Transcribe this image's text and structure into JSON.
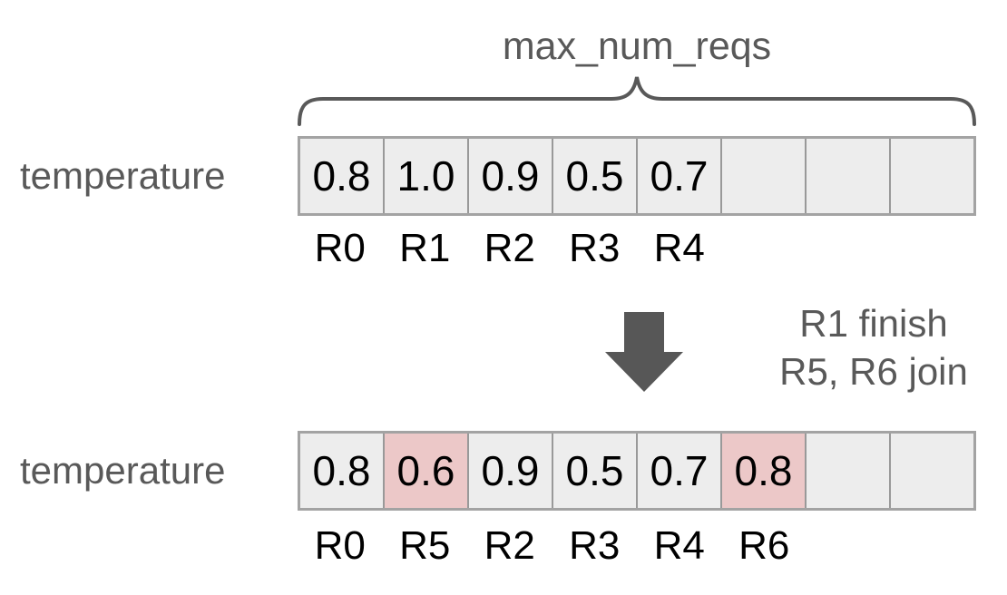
{
  "diagram": {
    "title": "max_num_reqs",
    "before": {
      "row_label": "temperature",
      "cells": [
        {
          "value": "0.8",
          "highlight": false
        },
        {
          "value": "1.0",
          "highlight": false
        },
        {
          "value": "0.9",
          "highlight": false
        },
        {
          "value": "0.5",
          "highlight": false
        },
        {
          "value": "0.7",
          "highlight": false
        },
        {
          "value": "",
          "highlight": false
        },
        {
          "value": "",
          "highlight": false
        },
        {
          "value": "",
          "highlight": false
        }
      ],
      "req_labels": [
        "R0",
        "R1",
        "R2",
        "R3",
        "R4",
        "",
        "",
        ""
      ]
    },
    "transition": {
      "arrow_icon": "arrow-down",
      "note_lines": [
        "R1 finish",
        "R5, R6 join"
      ]
    },
    "after": {
      "row_label": "temperature",
      "cells": [
        {
          "value": "0.8",
          "highlight": false
        },
        {
          "value": "0.6",
          "highlight": true
        },
        {
          "value": "0.9",
          "highlight": false
        },
        {
          "value": "0.5",
          "highlight": false
        },
        {
          "value": "0.7",
          "highlight": false
        },
        {
          "value": "0.8",
          "highlight": true
        },
        {
          "value": "",
          "highlight": false
        },
        {
          "value": "",
          "highlight": false
        }
      ],
      "req_labels": [
        "R0",
        "R5",
        "R2",
        "R3",
        "R4",
        "R6",
        "",
        ""
      ]
    },
    "colors": {
      "cell_fill": "#ededed",
      "highlight_fill": "#ecc8c8",
      "cell_border": "#999999",
      "outer_border": "#a3a3a3",
      "gray_text": "#595959",
      "arrow_fill": "#575757"
    }
  }
}
